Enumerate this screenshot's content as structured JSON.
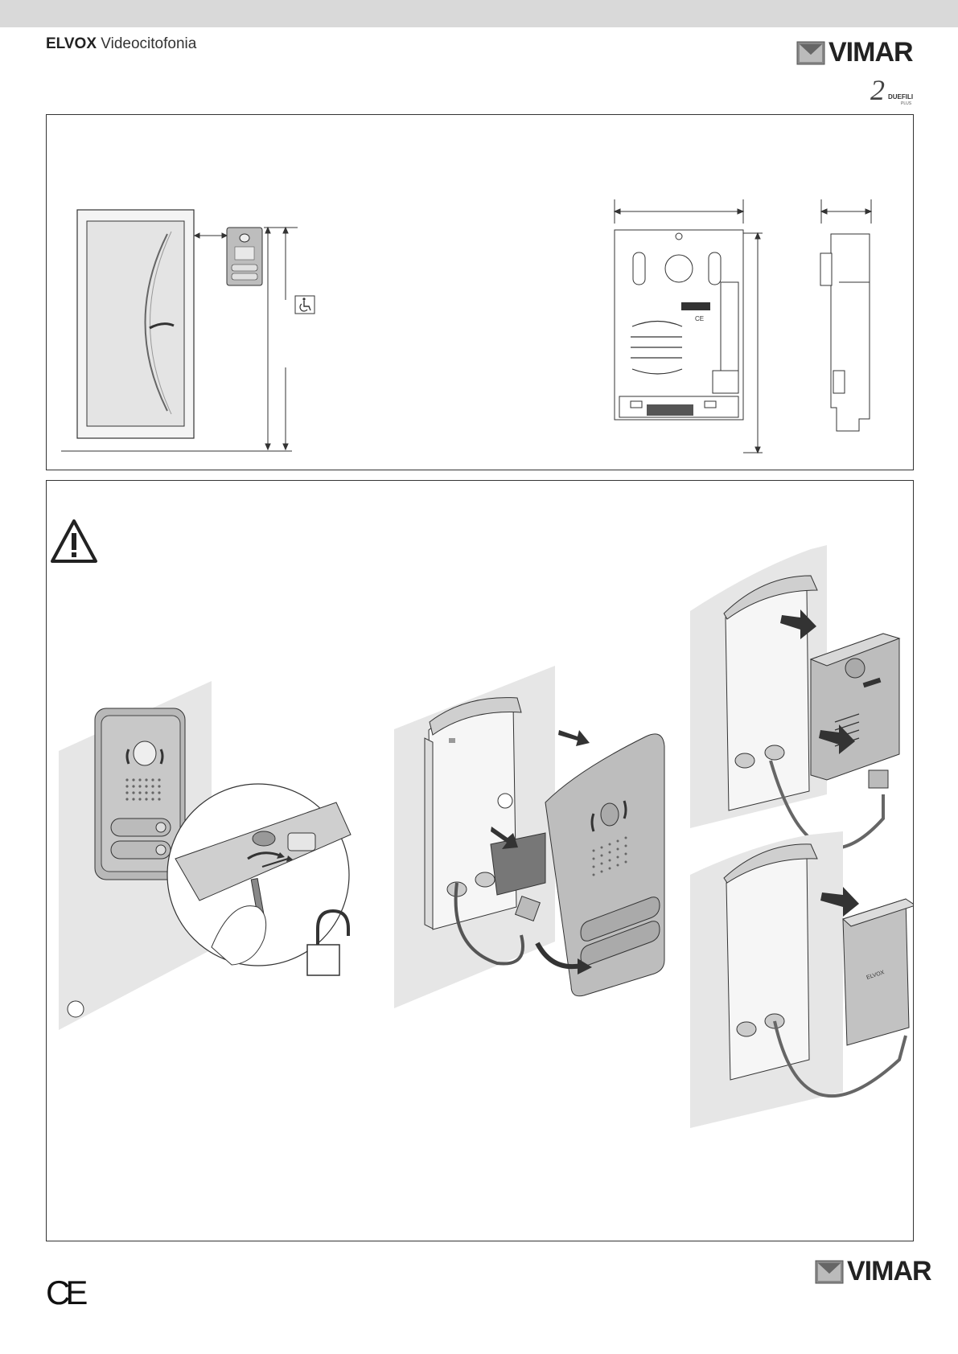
{
  "header": {
    "brand_bold": "ELVOX",
    "brand_rest": "Videocitofonia",
    "logo_word": "VIMAR",
    "badge_text": "DUEFILI",
    "badge_sub": "PLUS"
  },
  "device": {
    "label": "ELVOX",
    "mark": "CE"
  },
  "footer": {
    "logo_word": "VIMAR",
    "mark": "CE"
  },
  "icons": [
    "wheelchair-icon",
    "warning-icon",
    "arrow-icon",
    "unlock-padlock-icon",
    "screwdriver-icon"
  ],
  "colors": {
    "bar": "#d9d9d9",
    "line": "#333333",
    "wall": "#e6e6e6",
    "device": "#c8c8c8"
  }
}
